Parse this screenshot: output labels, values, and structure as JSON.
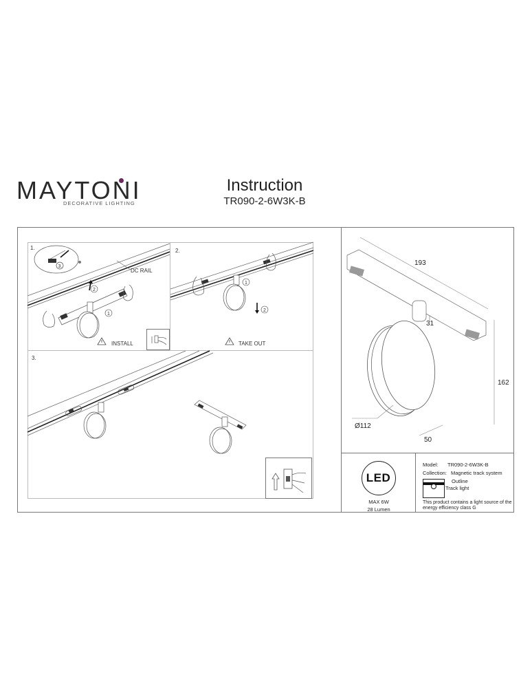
{
  "header": {
    "brand": "MAYTONI",
    "brand_tagline": "DECORATIVE LIGHTING",
    "title": "Instruction",
    "model_code": "TR090-2-6W3K-B",
    "brand_accent_color": "#6b2a5e"
  },
  "steps": [
    {
      "number": "1.",
      "caption": "INSTALL",
      "callouts": [
        "①",
        "②",
        "③"
      ],
      "rail_label": "DC RAIL",
      "warning_icon": "warning-triangle-icon"
    },
    {
      "number": "2.",
      "caption": "TAKE OUT",
      "callouts": [
        "①",
        "②"
      ],
      "warning_icon": "warning-triangle-icon"
    },
    {
      "number": "3."
    }
  ],
  "dimensions": {
    "length": "193",
    "height": "162",
    "stem": "31",
    "diameter": "Ø112",
    "depth": "50"
  },
  "led_badge": {
    "label": "LED",
    "power": "MAX 6W",
    "lumen": "28 Lumen"
  },
  "specs": {
    "model_label": "Model:",
    "model_value": "TR090-2-6W3K-B",
    "collection_label": "Collection:",
    "collection_value": "Magnetic track system",
    "outline_label": "Outline",
    "type_label": "Track light",
    "energy_note_line1": "This product contains a light source of the",
    "energy_note_line2": "energy efficiency class G"
  }
}
